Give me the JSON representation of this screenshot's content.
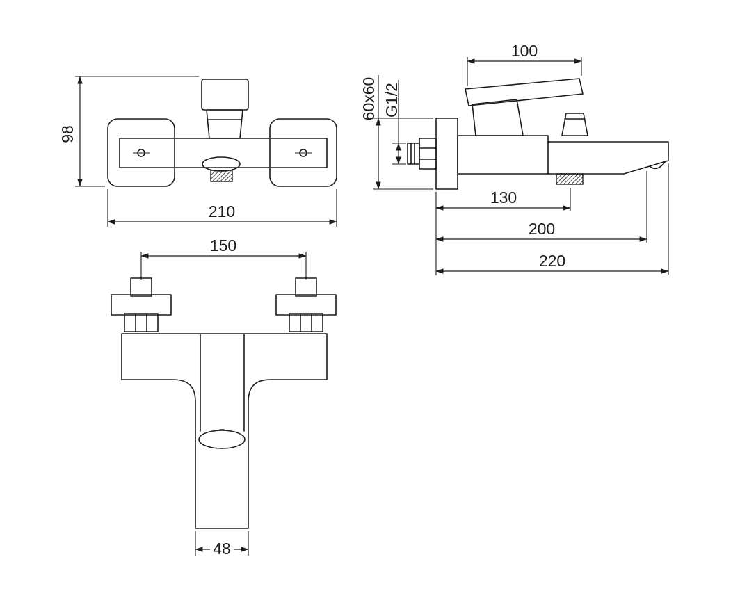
{
  "colors": {
    "background": "#ffffff",
    "line": "#1c1c1c"
  },
  "views": {
    "front": {
      "dim_height": "98",
      "dim_width": "210"
    },
    "side": {
      "dim_handle": "100",
      "dim_flange": "60x60",
      "dim_thread": "G1/2",
      "dim_aerator": "130",
      "dim_outlet": "200",
      "dim_reach": "220"
    },
    "plan": {
      "dim_hole_spacing": "150",
      "dim_spout_width": "48"
    }
  }
}
